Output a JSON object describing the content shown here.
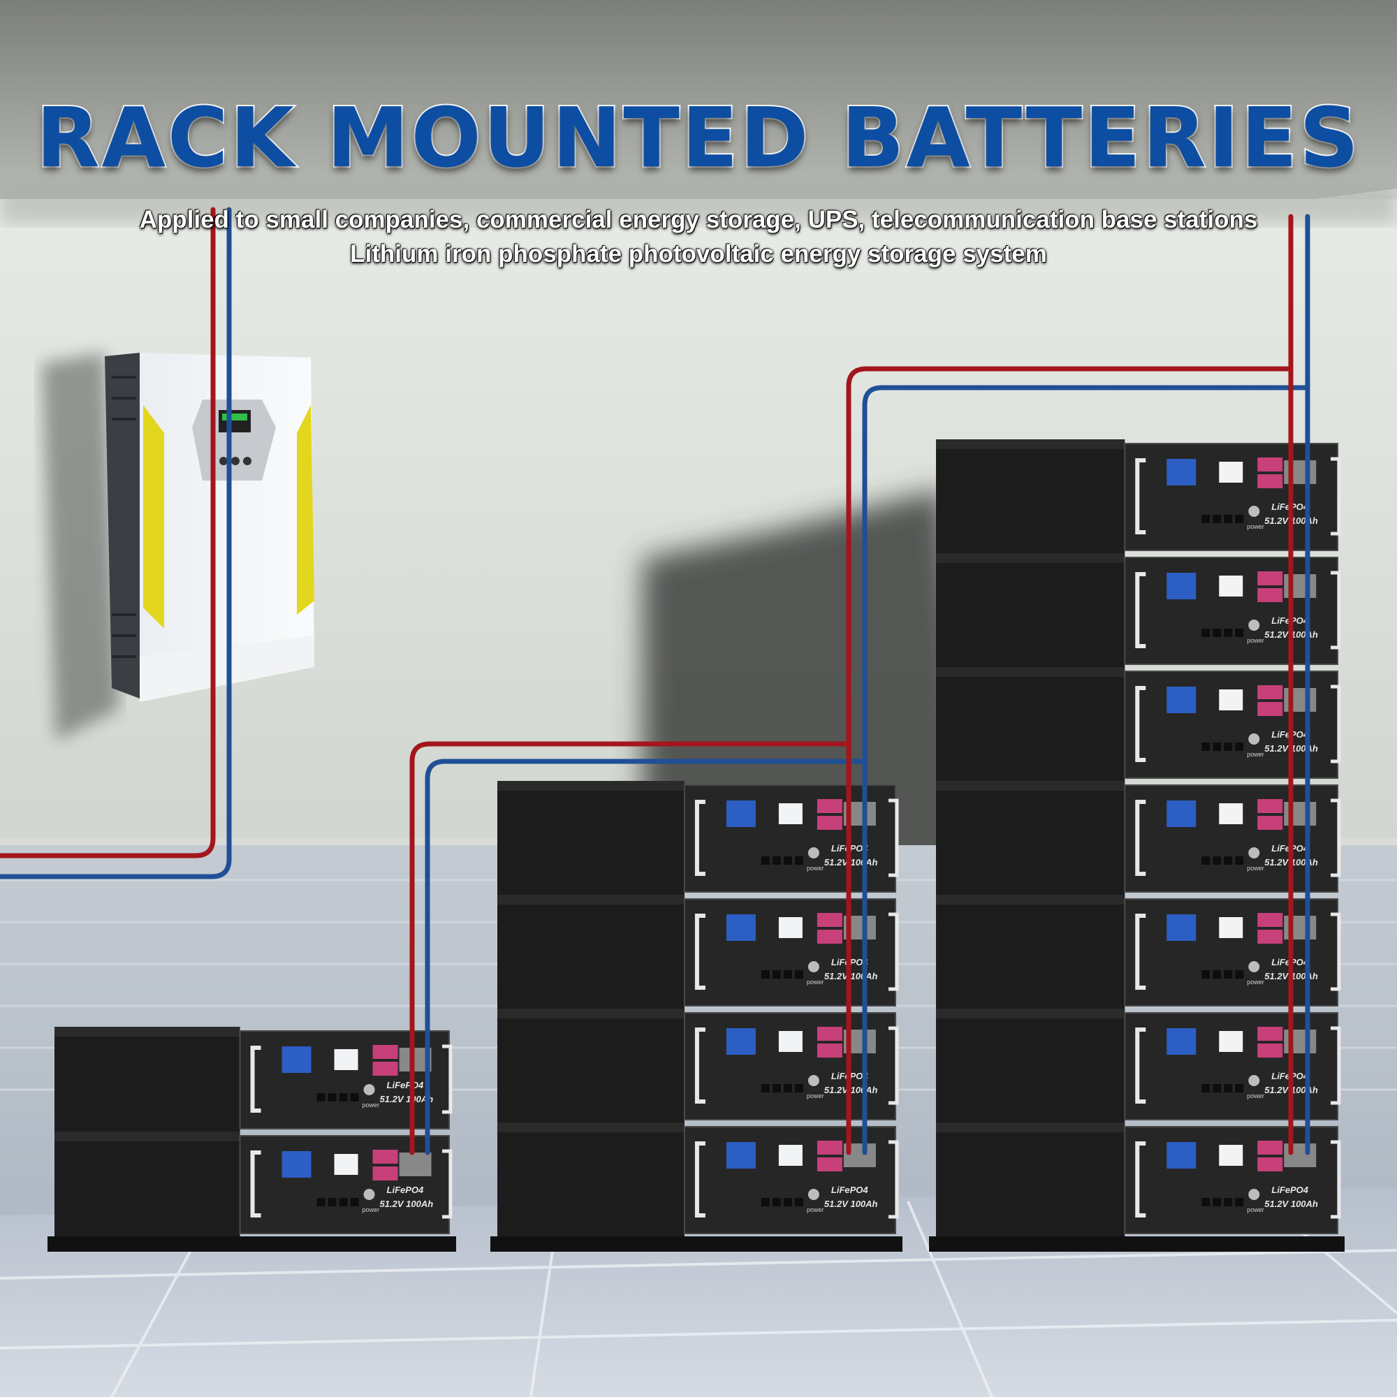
{
  "banner": {
    "title": "RACK MOUNTED BATTERIES",
    "subtitle_line1": "Applied to small companies, commercial energy storage, UPS, telecommunication base stations",
    "subtitle_line2": "Lithium iron phosphate photovoltaic energy storage system"
  },
  "battery_label": {
    "chemistry": "LiFePO4",
    "rating": "51.2V 100Ah",
    "power_text": "power"
  },
  "stacks": {
    "left_count": 2,
    "middle_count": 4,
    "right_count": 7
  },
  "colors": {
    "title": "#0d4ea3",
    "positive_cable": "#a3161c",
    "negative_cable": "#1f4f96",
    "battery_body": "#1c1c1c",
    "terminal": "#c8407a",
    "inverter_accent": "#e5d820"
  },
  "icons": [
    "inverter-icon",
    "battery-module-icon",
    "power-cable-icon"
  ]
}
